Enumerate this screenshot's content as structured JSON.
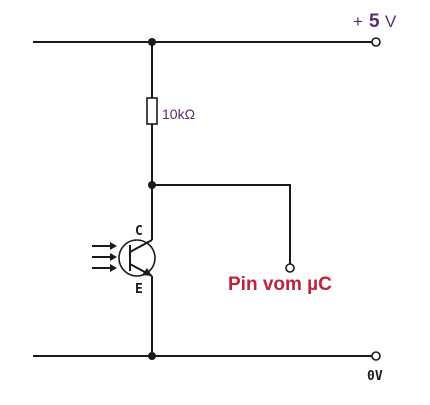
{
  "labels": {
    "supply_plus": "+",
    "supply_value": "5",
    "supply_unit": "V",
    "resistor": "10kΩ",
    "collector": "C",
    "emitter": "E",
    "pin": "Pin vom µC",
    "ground": "0V"
  },
  "colors": {
    "wire": "#1a1a1a",
    "supply_label": "#5a2d6e",
    "pin_label": "#c0223a"
  },
  "components": {
    "resistor": {
      "type": "resistor",
      "value": "10kΩ"
    },
    "phototransistor": {
      "type": "npn-phototransistor",
      "terminals": [
        "C",
        "E"
      ],
      "light_arrows": 3
    }
  }
}
